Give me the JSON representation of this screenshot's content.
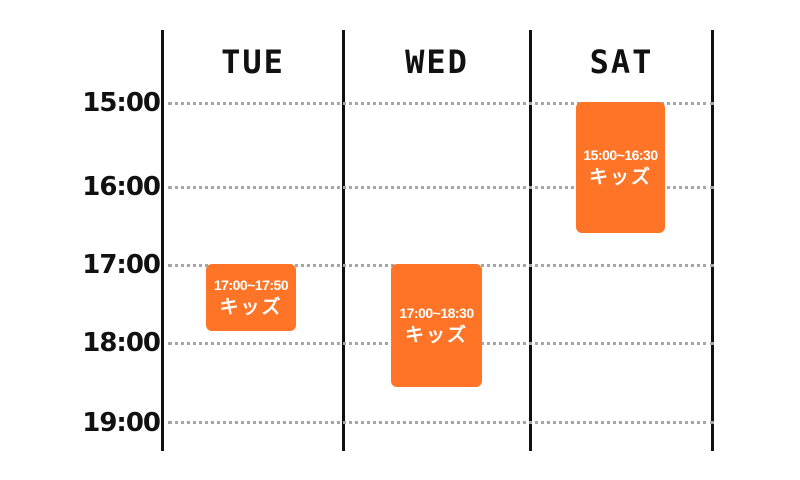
{
  "days": [
    {
      "label": "TUE"
    },
    {
      "label": "WED"
    },
    {
      "label": "SAT"
    }
  ],
  "times": [
    "15:00",
    "16:00",
    "17:00",
    "18:00",
    "19:00"
  ],
  "events": [
    {
      "day": "TUE",
      "time": "17:00~17:50",
      "name": "キッズ"
    },
    {
      "day": "WED",
      "time": "17:00~18:30",
      "name": "キッズ"
    },
    {
      "day": "SAT",
      "time": "15:00~16:30",
      "name": "キッズ"
    }
  ],
  "colors": {
    "event_fill": "#ff7426",
    "event_text": "#ffffff",
    "grid_line": "#a6a6a6",
    "column_line": "#111111",
    "label_text": "#111111"
  }
}
